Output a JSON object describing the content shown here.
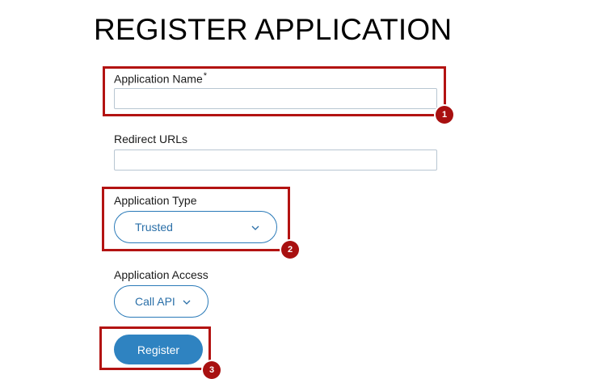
{
  "page": {
    "title": "REGISTER APPLICATION"
  },
  "form": {
    "app_name": {
      "label": "Application Name",
      "required_mark": "*",
      "value": ""
    },
    "redirect_urls": {
      "label": "Redirect URLs",
      "value": ""
    },
    "app_type": {
      "label": "Application Type",
      "selected": "Trusted"
    },
    "app_access": {
      "label": "Application Access",
      "selected": "Call API"
    },
    "submit_label": "Register"
  },
  "callouts": [
    "1",
    "2",
    "3"
  ],
  "colors": {
    "callout_red": "#b31312",
    "accent_blue": "#2f83c1",
    "select_text": "#2a6fa8"
  },
  "icons": {
    "select_chevron": "chevron-down-icon"
  }
}
